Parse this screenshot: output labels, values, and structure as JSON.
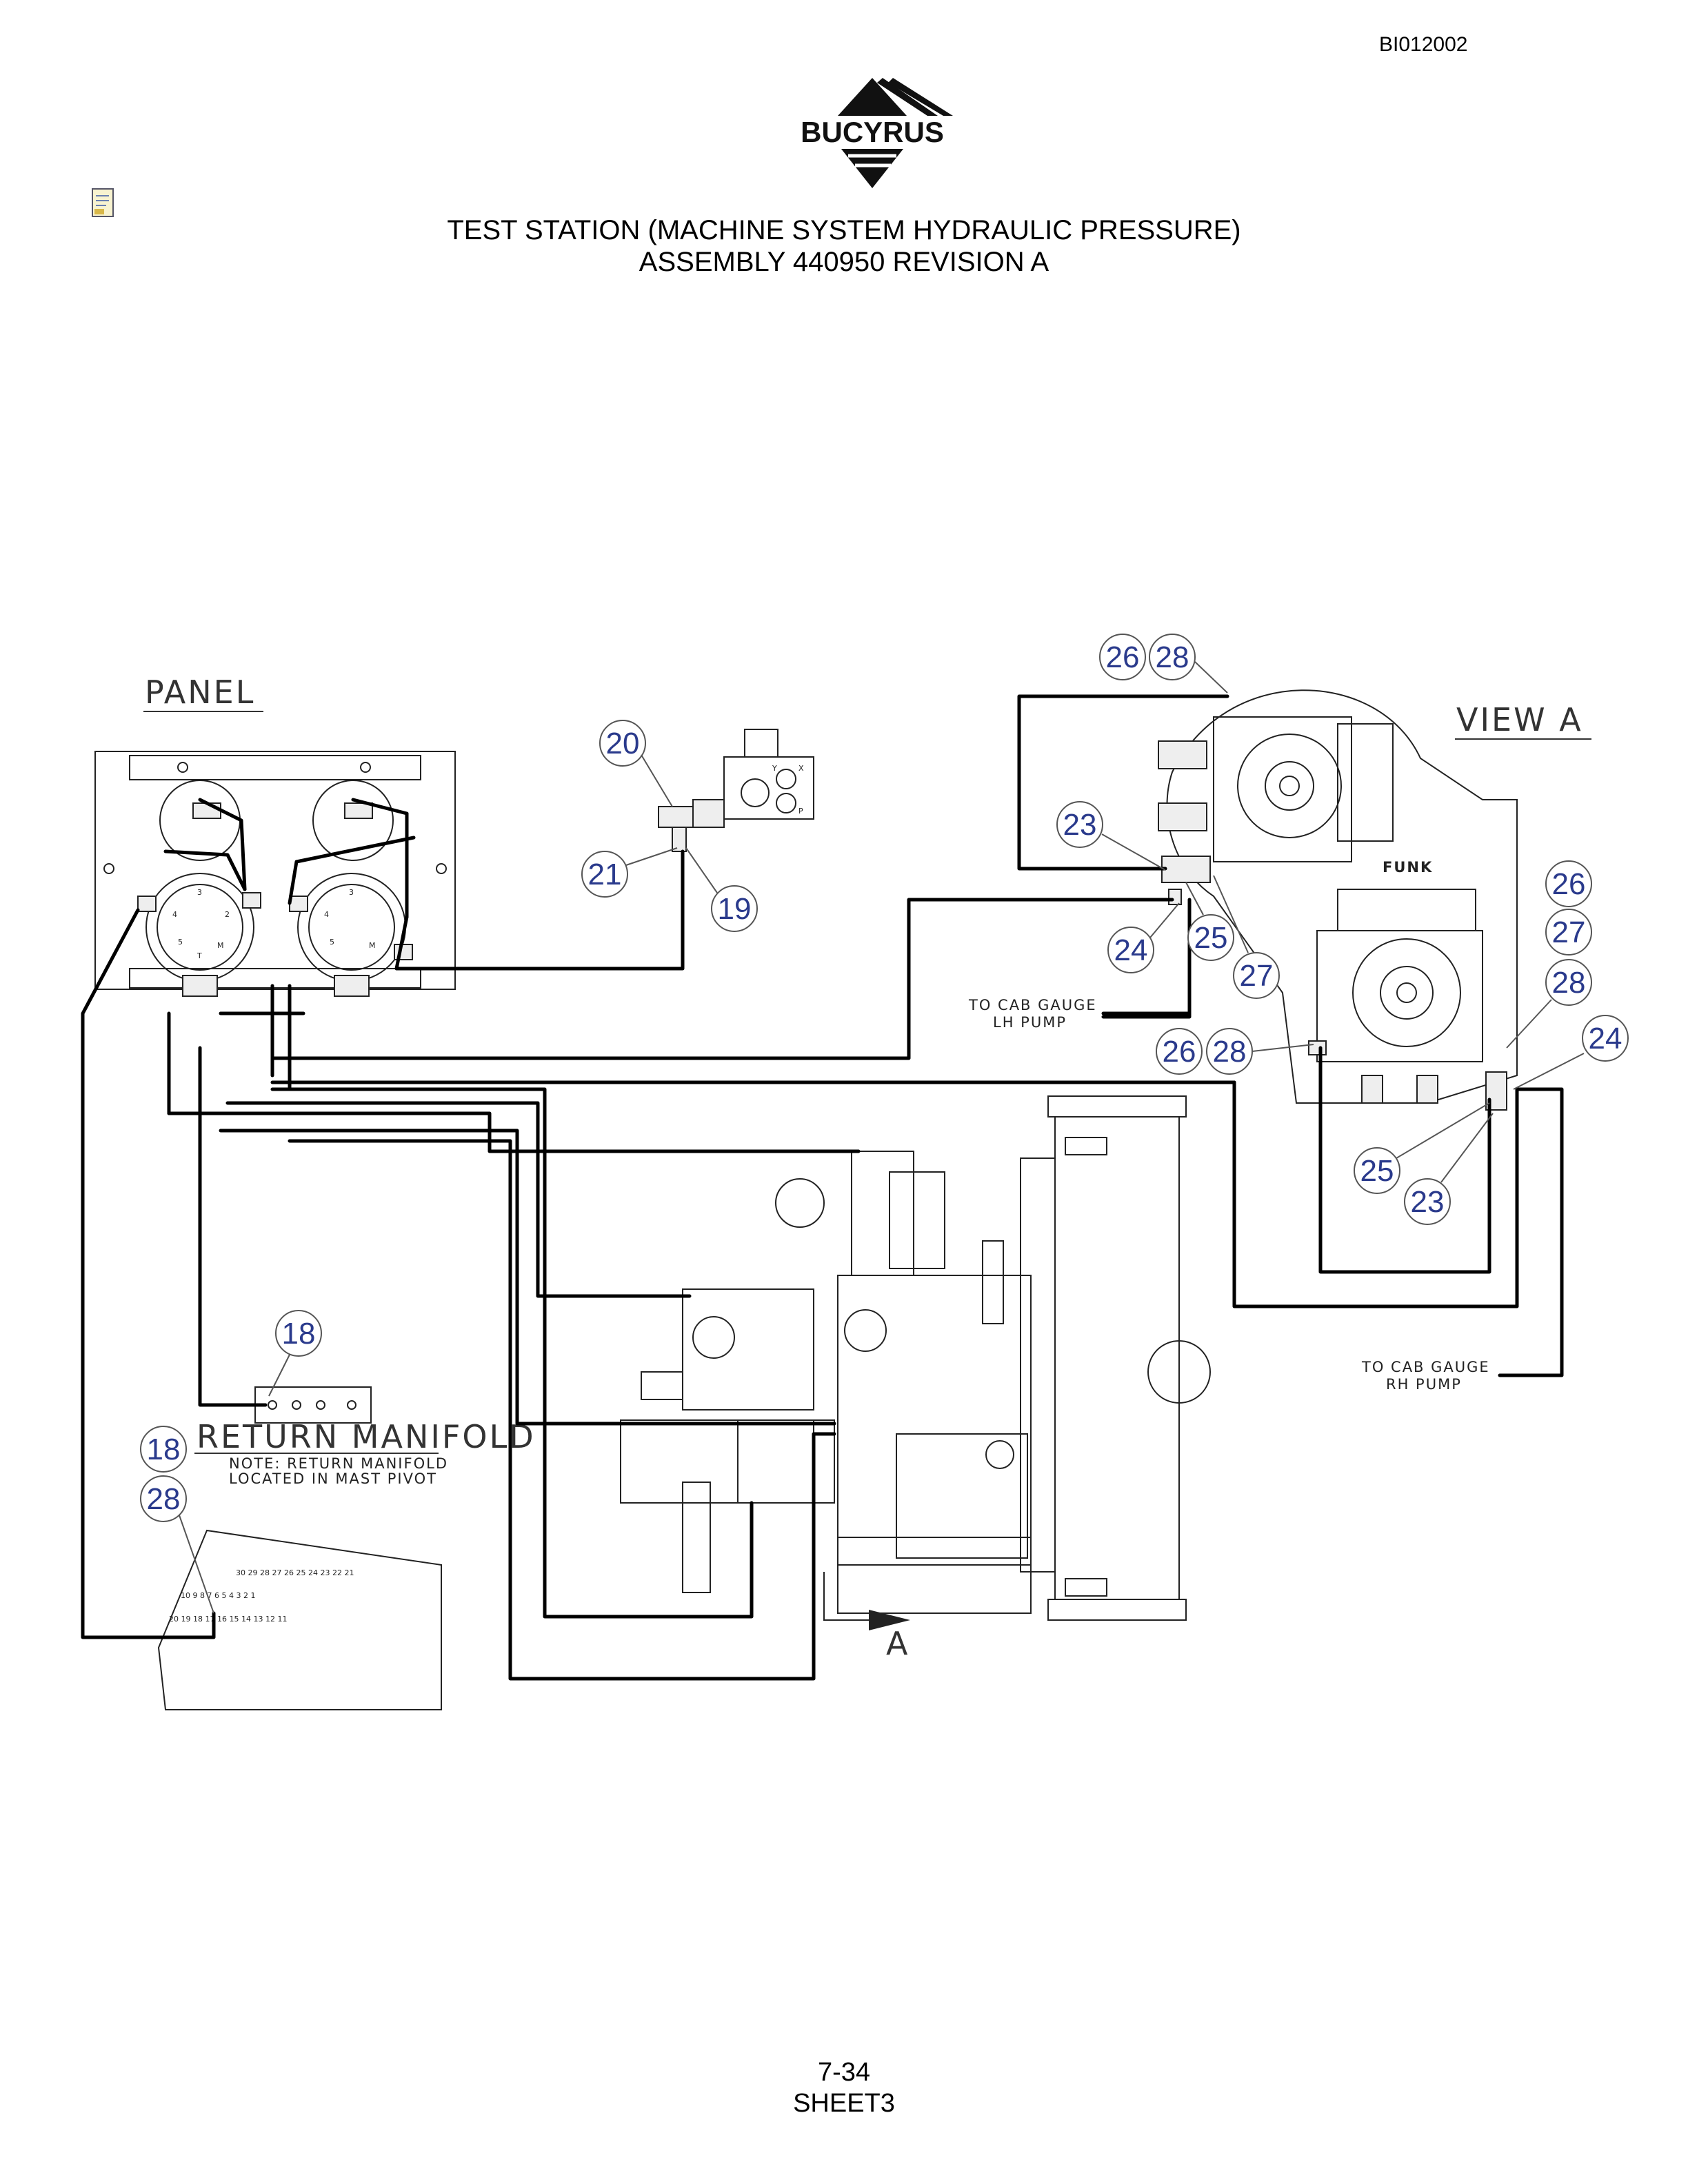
{
  "document": {
    "id": "BI012002",
    "brand": "BUCYRUS",
    "title_line1": "TEST STATION (MACHINE SYSTEM HYDRAULIC PRESSURE)",
    "title_line2": "ASSEMBLY 440950 REVISION A",
    "page_number": "7-34",
    "sheet": "SHEET3"
  },
  "drawing": {
    "view_labels": {
      "panel": "PANEL",
      "view_a": "VIEW  A",
      "return_manifold": "RETURN  MANIFOLD",
      "section_arrow": "A",
      "funk": "FUNK"
    },
    "notes": {
      "lh_line1": "TO CAB GAUGE",
      "lh_line2": "LH PUMP",
      "rh_line1": "TO CAB GAUGE",
      "rh_line2": "RH PUMP",
      "manifold_line1": "NOTE: RETURN MANIFOLD",
      "manifold_line2": "LOCATED IN MAST PIVOT"
    },
    "valve_ports": {
      "y": "Y",
      "x": "X",
      "p": "P"
    },
    "terminal_labels": {
      "row1": "30 29 28 27 26 25 24 23 22 21",
      "row2a": "10   9      8      7      6  5  4  3  2  1",
      "row3": "20  19   18   17      16 15 14 13 12 11"
    },
    "callouts": {
      "c20": "20",
      "c21": "21",
      "c19": "19",
      "c26a": "26",
      "c28a": "28",
      "c23a": "23",
      "c24a": "24",
      "c25a": "25",
      "c27a": "27",
      "c26b": "26",
      "c27b": "27",
      "c28b": "28",
      "c24b": "24",
      "c26c": "26",
      "c28c": "28",
      "c25b": "25",
      "c23b": "23",
      "c18a": "18",
      "c18b": "18",
      "c28d": "28"
    }
  },
  "colors": {
    "callout_blue": "#2a3a8c",
    "line": "#000000"
  }
}
